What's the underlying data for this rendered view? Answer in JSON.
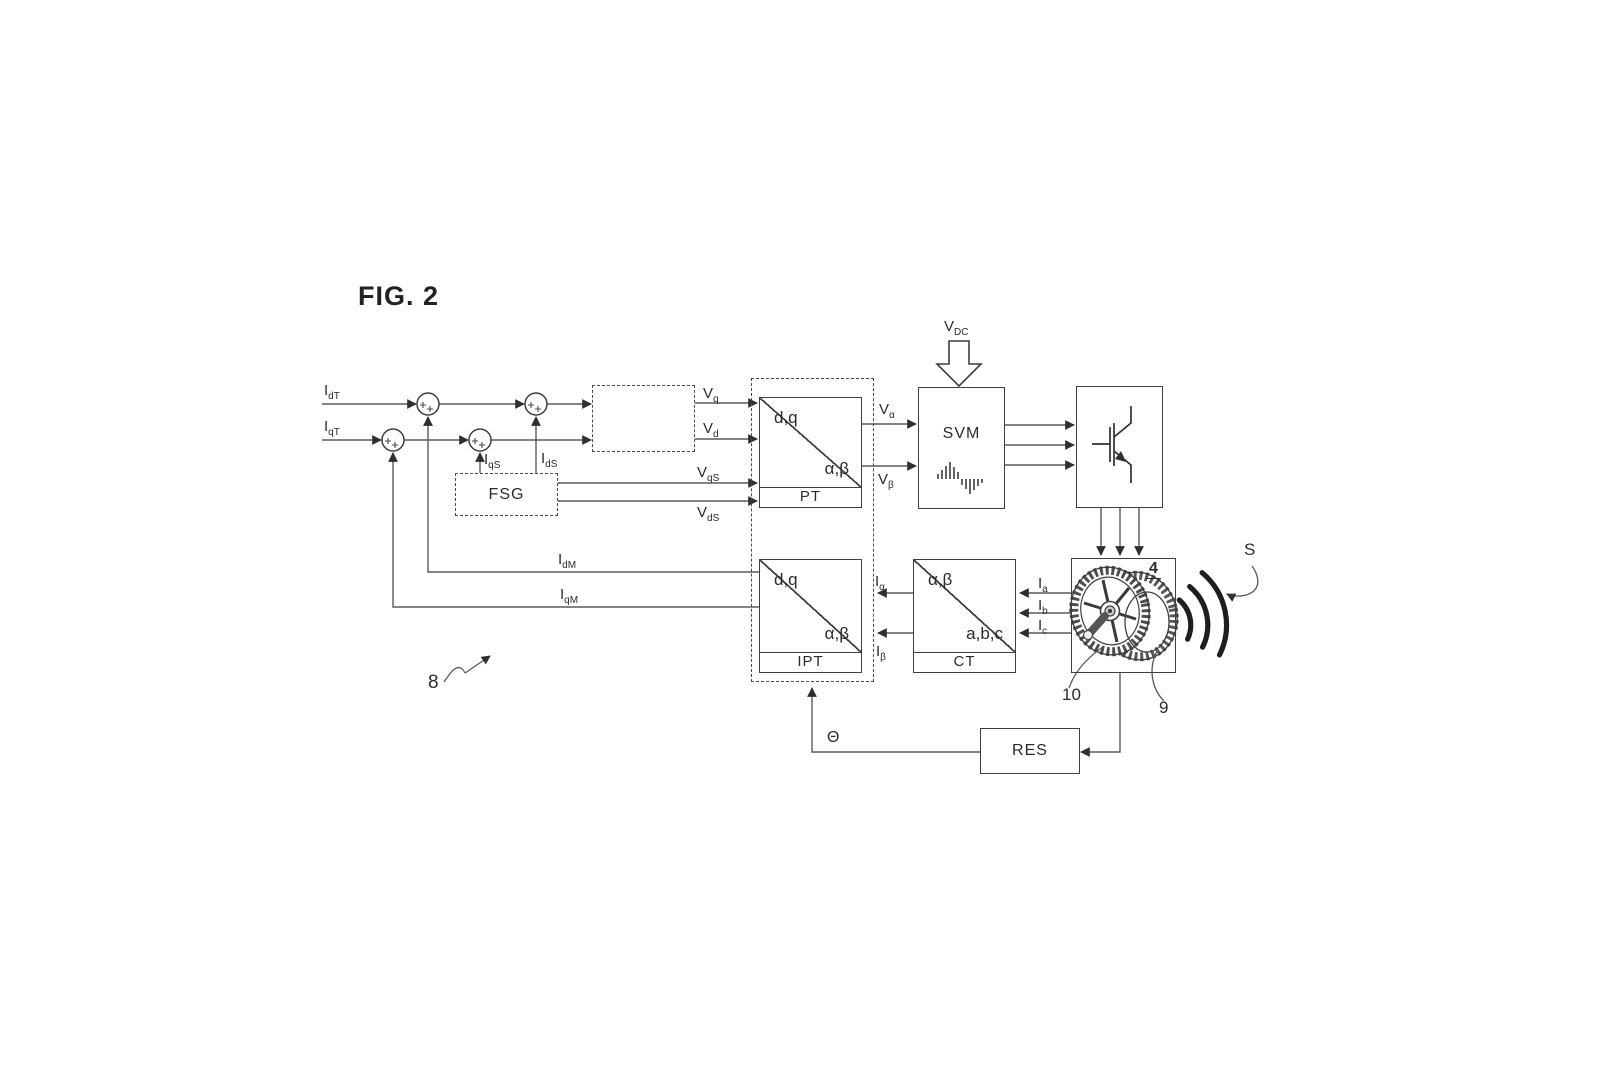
{
  "figure": {
    "title": "FIG. 2"
  },
  "blocks": {
    "fsg": {
      "label": "FSG"
    },
    "pt": {
      "top_label": "d,q",
      "bottom_label": "α,β",
      "name": "PT"
    },
    "ipt": {
      "top_label": "d,q",
      "bottom_label": "α,β",
      "name": "IPT"
    },
    "ct": {
      "top_label": "α,β",
      "bottom_label": "a,b,c",
      "name": "CT"
    },
    "svm": {
      "label": "SVM"
    },
    "res": {
      "label": "RES"
    }
  },
  "signals": {
    "idT": {
      "base": "I",
      "sub": "dT"
    },
    "iqT": {
      "base": "I",
      "sub": "qT"
    },
    "iqS": {
      "base": "I",
      "sub": "qS"
    },
    "idS": {
      "base": "I",
      "sub": "dS"
    },
    "vq": {
      "base": "V",
      "sub": "q"
    },
    "vd": {
      "base": "V",
      "sub": "d"
    },
    "vqS": {
      "base": "V",
      "sub": "qS"
    },
    "vdS": {
      "base": "V",
      "sub": "dS"
    },
    "valpha": {
      "base": "V",
      "sub": "α"
    },
    "vbeta": {
      "base": "V",
      "sub": "β"
    },
    "vdc": {
      "base": "V",
      "sub": "DC"
    },
    "ialpha": {
      "base": "I",
      "sub": "α"
    },
    "ibeta": {
      "base": "I",
      "sub": "β"
    },
    "ia": {
      "base": "I",
      "sub": "a"
    },
    "ib": {
      "base": "I",
      "sub": "b"
    },
    "ic": {
      "base": "I",
      "sub": "c"
    },
    "idM": {
      "base": "I",
      "sub": "dM"
    },
    "iqM": {
      "base": "I",
      "sub": "qM"
    },
    "theta": "Θ"
  },
  "references": {
    "controller": "8",
    "motor": "4",
    "sensor": "9",
    "rotor": "10",
    "sound": "S"
  },
  "colors": {
    "line": "#4f4f4f",
    "border": "#3f3f3f",
    "text": "#2b2b2b"
  }
}
